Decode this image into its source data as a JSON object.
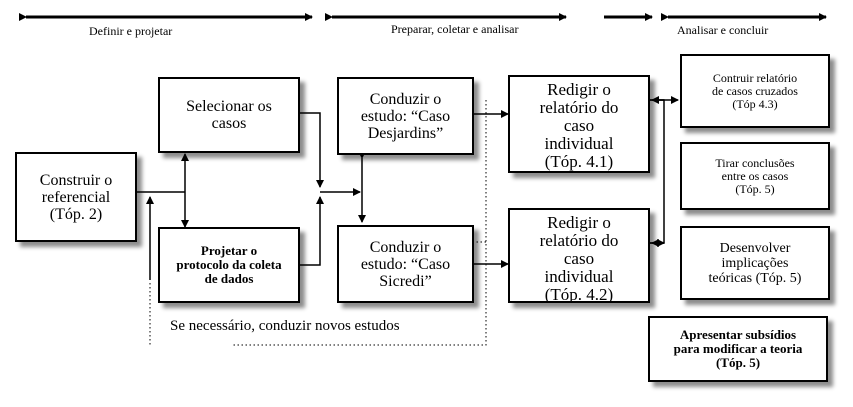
{
  "phases": {
    "define": "Definir e projetar",
    "prepare": "Preparar, coletar e analisar",
    "analyze": "Analisar e concluir"
  },
  "boxes": {
    "referencial": "Construir o\nreferencial\n(Tóp. 2)",
    "select_cases": "Selecionar os\ncasos",
    "protocol": "Projetar o\nprotocolo da coleta\nde dados",
    "study_desjardins": "Conduzir o\nestudo: “Caso\nDesjardins”",
    "study_sicredi": "Conduzir o\nestudo: “Caso\nSicredi”",
    "report_1": "Redigir o\nrelatório do\ncaso\nindividual\n(Tóp. 4.1)",
    "report_2": "Redigir o\nrelatório do\ncaso\nindividual\n(Tóp. 4.2)",
    "cross_report": "Contruir relatório\nde casos cruzados\n(Tóp 4.3)",
    "conclusions": "Tirar conclusões\nentre os casos\n(Tóp. 5)",
    "implications": "Desenvolver\nimplicações\nteóricas (Tóp. 5)",
    "subsidies": "Apresentar subsídios\npara modificar a teoria\n(Tóp. 5)"
  },
  "note": "Se necessário, conduzir novos estudos"
}
